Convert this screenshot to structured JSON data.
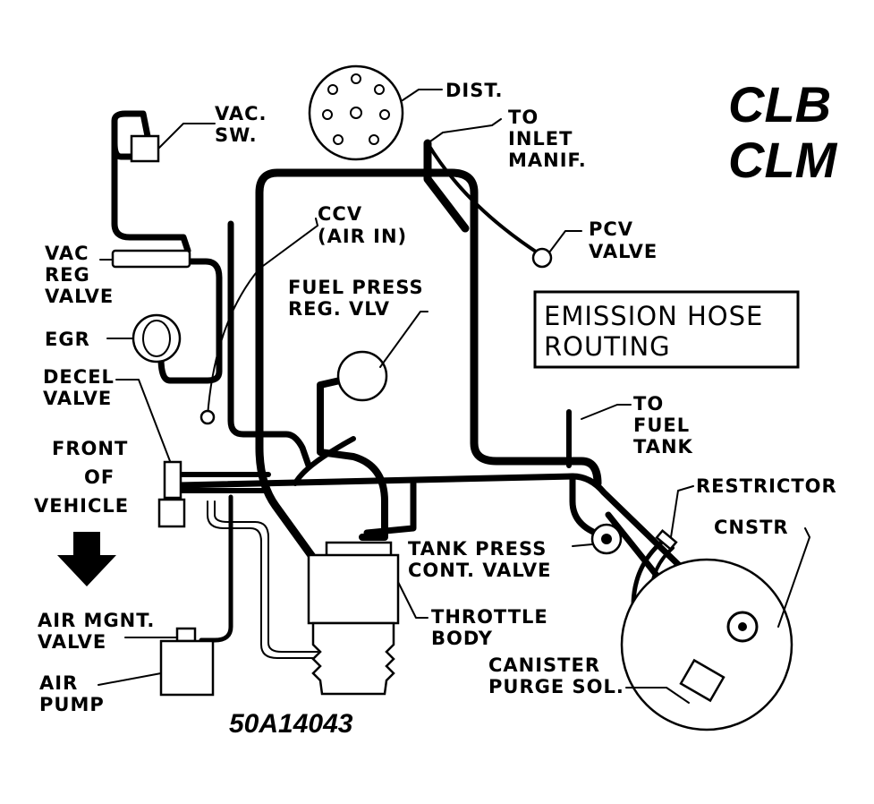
{
  "engine_codes": [
    "CLB",
    "CLM"
  ],
  "title_box": {
    "line1": "EMISSION HOSE",
    "line2": "ROUTING"
  },
  "figure_code": "50A14043",
  "labels": {
    "dist": "DIST.",
    "to_inlet_manif": [
      "TO",
      "INLET",
      "MANIF."
    ],
    "vac_sw": [
      "VAC.",
      "SW."
    ],
    "pcv_valve": [
      "PCV",
      "VALVE"
    ],
    "ccv": [
      "CCV",
      "(AIR IN)"
    ],
    "fuel_press_reg": [
      "FUEL PRESS",
      "REG. VLV"
    ],
    "vac_reg_valve": [
      "VAC",
      "REG",
      "VALVE"
    ],
    "egr": "EGR",
    "decel_valve": [
      "DECEL",
      "VALVE"
    ],
    "front_of_vehicle": [
      "FRONT",
      "OF",
      "VEHICLE"
    ],
    "to_fuel_tank": [
      "TO",
      "FUEL",
      "TANK"
    ],
    "restrictor": "RESTRICTOR",
    "cnstr": "CNSTR",
    "tank_press_cont_valve": [
      "TANK PRESS",
      "CONT. VALVE"
    ],
    "throttle_body": [
      "THROTTLE",
      "BODY"
    ],
    "air_mgnt_valve": [
      "AIR MGNT.",
      "VALVE"
    ],
    "air_pump": [
      "AIR",
      "PUMP"
    ],
    "canister_purge_sol": [
      "CANISTER",
      "PURGE SOL."
    ]
  },
  "icons": [
    "distributor-cap-icon",
    "front-arrow-icon"
  ]
}
